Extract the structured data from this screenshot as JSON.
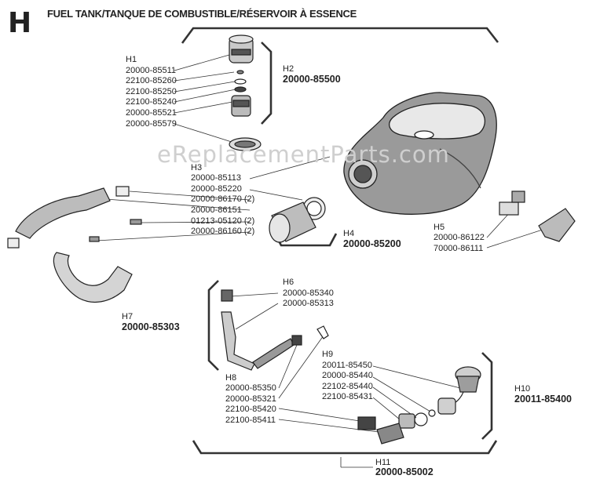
{
  "section_letter": "H",
  "title": "FUEL TANK/TANQUE DE COMBUSTIBLE/RÉSERVOIR À ESSENCE",
  "watermark": "eReplacementParts.com",
  "callouts": {
    "h1": {
      "label": "H1",
      "parts": [
        "20000-85511",
        "22100-85260",
        "22100-85250",
        "22100-85240",
        "20000-85521",
        "20000-85579"
      ]
    },
    "h2": {
      "label": "H2",
      "part": "20000-85500"
    },
    "h3": {
      "label": "H3",
      "parts": [
        "20000-85113",
        "20000-85220",
        "20000-86170 (2)",
        "20000-86151",
        "01213-05120 (2)",
        "20000-86160 (2)"
      ]
    },
    "h4": {
      "label": "H4",
      "part": "20000-85200"
    },
    "h5": {
      "label": "H5",
      "parts": [
        "20000-86122",
        "70000-86111"
      ]
    },
    "h6": {
      "label": "H6",
      "parts": [
        "20000-85340",
        "20000-85313"
      ]
    },
    "h7": {
      "label": "H7",
      "part": "20000-85303"
    },
    "h8": {
      "label": "H8",
      "parts": [
        "20000-85350",
        "20000-85321",
        "22100-85420",
        "22100-85411"
      ]
    },
    "h9": {
      "label": "H9",
      "parts": [
        "20011-85450",
        "20000-85440",
        "22102-85440",
        "22100-85431"
      ]
    },
    "h10": {
      "label": "H10",
      "part": "20011-85400"
    },
    "h11": {
      "label": "H11",
      "part": "20000-85002"
    }
  }
}
